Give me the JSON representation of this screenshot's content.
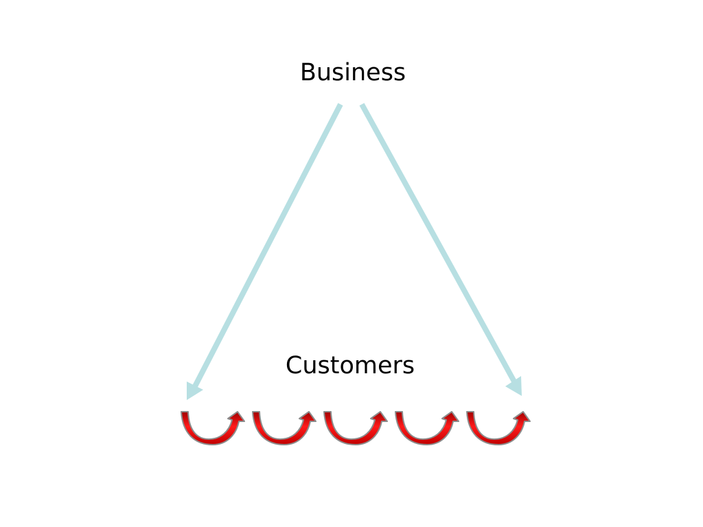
{
  "diagram": {
    "top_node": {
      "label": "Business"
    },
    "bottom_node": {
      "label": "Customers"
    },
    "arrow_color": "#b7dfe2",
    "curved_arrow_fill": "#e01010",
    "curved_arrow_stroke": "#8c8c8c",
    "curved_arrow_count": 5
  }
}
